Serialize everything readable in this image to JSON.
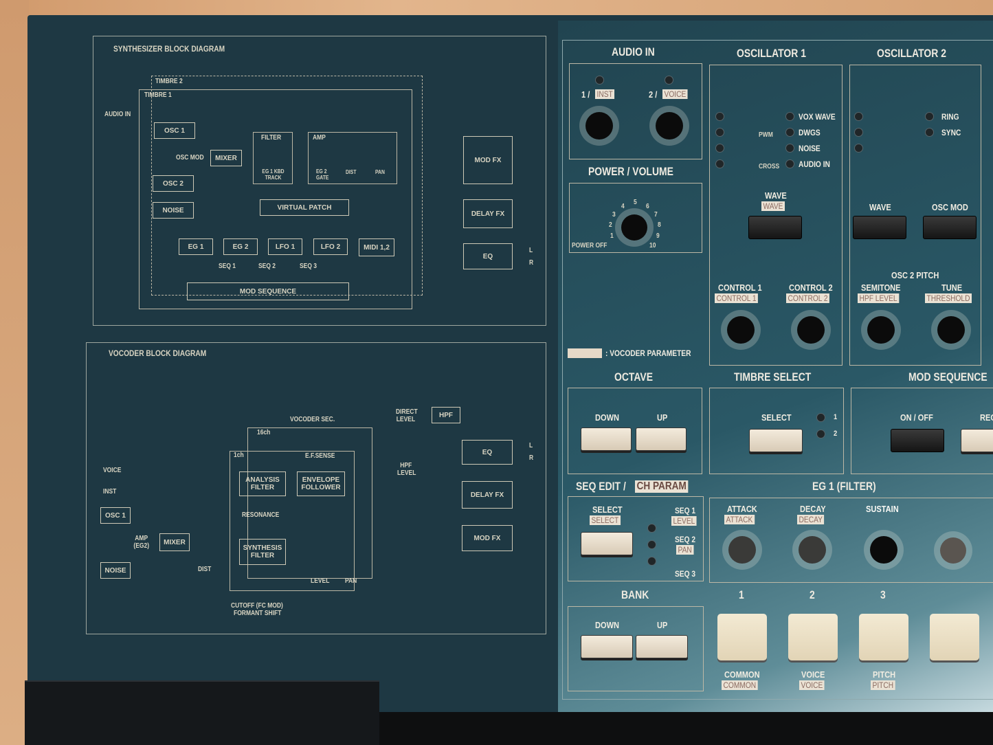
{
  "synth_diagram": {
    "title": "SYNTHESIZER BLOCK DIAGRAM",
    "timbre2": "TIMBRE 2",
    "timbre1": "TIMBRE 1",
    "audio_in": "AUDIO IN",
    "osc1": "OSC 1",
    "osc_mod": "OSC MOD",
    "mixer": "MIXER",
    "osc2": "OSC 2",
    "noise": "NOISE",
    "filter": "FILTER",
    "eg1_kbd": "EG 1 KBD TRACK",
    "amp": "AMP",
    "eg2_gate": "EG 2 GATE",
    "dist": "DIST",
    "pan": "PAN",
    "virtual_patch": "VIRTUAL PATCH",
    "eg1": "EG 1",
    "eg2": "EG 2",
    "lfo1": "LFO 1",
    "lfo2": "LFO 2",
    "midi": "MIDI 1,2",
    "seq1": "SEQ 1",
    "seq2": "SEQ 2",
    "seq3": "SEQ 3",
    "mod_sequence": "MOD SEQUENCE",
    "mod_fx": "MOD FX",
    "delay_fx": "DELAY FX",
    "eq": "EQ",
    "l": "L",
    "r": "R"
  },
  "vocoder_diagram": {
    "title": "VOCODER BLOCK DIAGRAM",
    "vocoder_sec": "VOCODER SEC.",
    "ch16": "16ch",
    "ch1": "1ch",
    "ef_sense": "E.F.SENSE",
    "analysis_filter": "ANALYSIS FILTER",
    "envelope_follower": "ENVELOPE FOLLOWER",
    "resonance": "RESONANCE",
    "synthesis_filter": "SYNTHESIS FILTER",
    "level": "LEVEL",
    "pan": "PAN",
    "cutoff": "CUTOFF (FC MOD)",
    "formant": "FORMANT SHIFT",
    "voice": "VOICE",
    "inst": "INST",
    "osc1": "OSC 1",
    "amp_eg2": "AMP (EG2)",
    "mixer": "MIXER",
    "noise": "NOISE",
    "dist": "DIST",
    "direct_level": "DIRECT LEVEL",
    "hpf": "HPF",
    "hpf_level": "HPF LEVEL",
    "eq": "EQ",
    "delay_fx": "DELAY FX",
    "mod_fx": "MOD FX",
    "l": "L",
    "r": "R"
  },
  "audio_in": {
    "title": "AUDIO IN",
    "in1": "1 /",
    "in1_tag": "INST",
    "in2": "2 /",
    "in2_tag": "VOICE"
  },
  "power": {
    "title": "POWER / VOLUME",
    "off": "POWER OFF",
    "scale": [
      "1",
      "2",
      "3",
      "4",
      "5",
      "6",
      "7",
      "8",
      "9",
      "10"
    ]
  },
  "osc1": {
    "title": "OSCILLATOR 1",
    "waves": [
      "PWM",
      "CROSS"
    ],
    "right": [
      "VOX WAVE",
      "DWGS",
      "NOISE",
      "AUDIO IN"
    ],
    "wave": "WAVE",
    "wave_tag": "WAVE",
    "control1": "CONTROL 1",
    "control1_tag": "CONTROL 1",
    "control2": "CONTROL 2",
    "control2_tag": "CONTROL 2"
  },
  "osc2": {
    "title": "OSCILLATOR 2",
    "ring": "RING",
    "sync": "SYNC",
    "wave": "WAVE",
    "osc_mod": "OSC MOD",
    "pitch": "OSC 2 PITCH",
    "semitone": "SEMITONE",
    "semitone_tag": "HPF LEVEL",
    "tune": "TUNE",
    "tune_tag": "THRESHOLD"
  },
  "legend": {
    "vocoder_param": ": VOCODER PARAMETER"
  },
  "octave": {
    "title": "OCTAVE",
    "down": "DOWN",
    "up": "UP"
  },
  "timbre": {
    "title": "TIMBRE SELECT",
    "select": "SELECT",
    "t1": "1",
    "t2": "2"
  },
  "mod_seq": {
    "title": "MOD SEQUENCE",
    "on_off": "ON / OFF",
    "rec": "REC"
  },
  "seq_edit": {
    "title": "SEQ EDIT /",
    "tag": "CH PARAM",
    "select": "SELECT",
    "select_tag": "SELECT",
    "seq1": "SEQ 1",
    "seq1_tag": "LEVEL",
    "seq2": "SEQ 2",
    "seq2_tag": "PAN",
    "seq3": "SEQ 3"
  },
  "eg1": {
    "title": "EG 1 (FILTER)",
    "attack": "ATTACK",
    "attack_tag": "ATTACK",
    "decay": "DECAY",
    "decay_tag": "DECAY",
    "sustain": "SUSTAIN"
  },
  "bank": {
    "title": "BANK",
    "down": "DOWN",
    "up": "UP"
  },
  "pads": [
    {
      "num": "1",
      "label": "COMMON",
      "tag": "COMMON"
    },
    {
      "num": "2",
      "label": "VOICE",
      "tag": "VOICE"
    },
    {
      "num": "3",
      "label": "PITCH",
      "tag": "PITCH"
    }
  ],
  "colors": {
    "panel": "#1e3843",
    "right_panel": "#2a5866",
    "tag_bg": "#eae2d4",
    "wood": "#d9a87e"
  }
}
